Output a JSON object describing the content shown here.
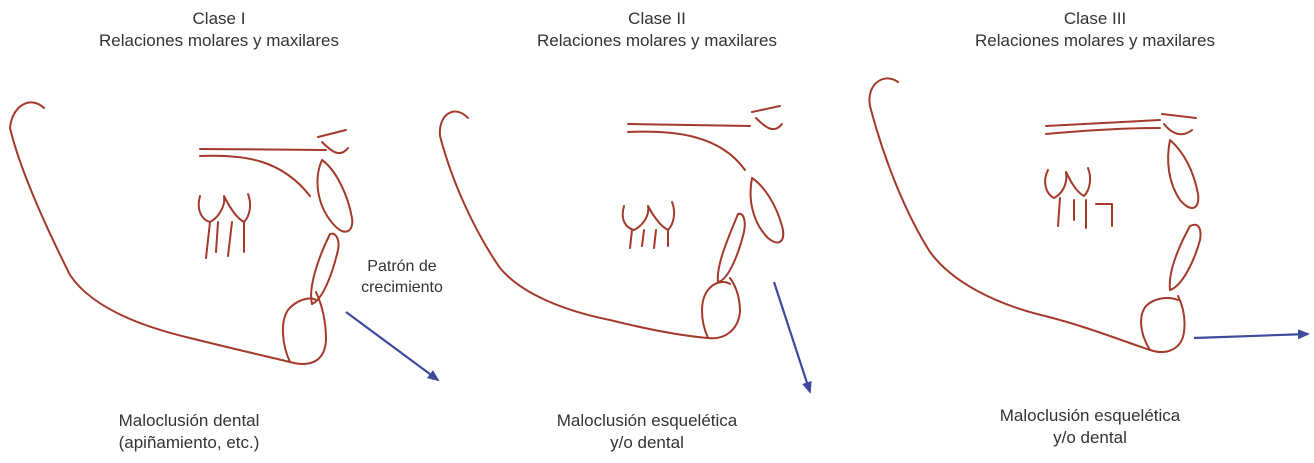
{
  "panels": [
    {
      "class_label": "Clase I",
      "subtitle": "Relaciones molares y maxilares",
      "caption_line1": "Maloclusión dental",
      "caption_line2": "(apiñamiento, etc.)"
    },
    {
      "class_label": "Clase II",
      "subtitle": "Relaciones molares y maxilares",
      "caption_line1": "Maloclusión esquelética",
      "caption_line2": "y/o dental"
    },
    {
      "class_label": "Clase III",
      "subtitle": "Relaciones molares y maxilares",
      "caption_line1": "Maloclusión esquelética",
      "caption_line2": "y/o dental"
    }
  ],
  "growth_label_line1": "Patrón de",
  "growth_label_line2": "crecimiento",
  "colors": {
    "outline": "#a33a2c",
    "arrow": "#3f4a9e",
    "text": "#333333"
  }
}
